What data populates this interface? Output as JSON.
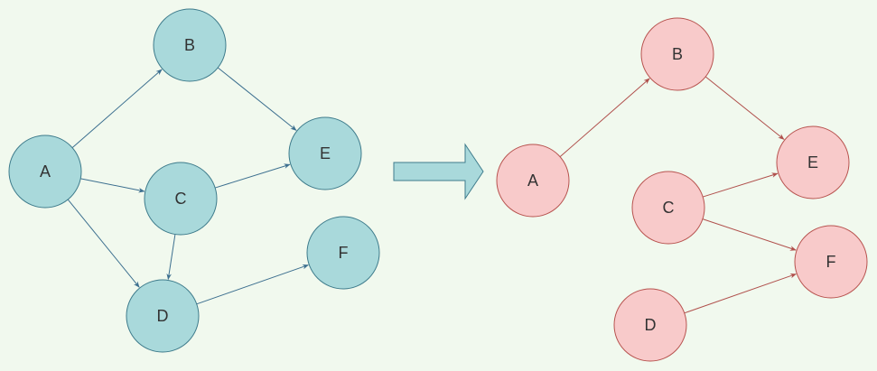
{
  "colors": {
    "background": "#f1f9ee",
    "left_node_fill": "#a9d9db",
    "left_node_stroke": "#3f7c8c",
    "left_edge": "#3c6f8f",
    "right_node_fill": "#f8caca",
    "right_node_stroke": "#b85450",
    "right_edge": "#b0504c",
    "transition_arrow_fill": "#a9d9db",
    "transition_arrow_stroke": "#3f7c8c",
    "label_text": "#333333"
  },
  "left_graph": {
    "nodes": [
      {
        "id": "A",
        "label": "A"
      },
      {
        "id": "B",
        "label": "B"
      },
      {
        "id": "C",
        "label": "C"
      },
      {
        "id": "D",
        "label": "D"
      },
      {
        "id": "E",
        "label": "E"
      },
      {
        "id": "F",
        "label": "F"
      }
    ],
    "edges": [
      {
        "from": "A",
        "to": "B"
      },
      {
        "from": "A",
        "to": "C"
      },
      {
        "from": "A",
        "to": "D"
      },
      {
        "from": "B",
        "to": "E"
      },
      {
        "from": "C",
        "to": "E"
      },
      {
        "from": "C",
        "to": "D"
      },
      {
        "from": "D",
        "to": "F"
      }
    ]
  },
  "transition_arrow": {
    "icon": "right-arrow-icon"
  },
  "right_graph": {
    "nodes": [
      {
        "id": "A",
        "label": "A"
      },
      {
        "id": "B",
        "label": "B"
      },
      {
        "id": "C",
        "label": "C"
      },
      {
        "id": "D",
        "label": "D"
      },
      {
        "id": "E",
        "label": "E"
      },
      {
        "id": "F",
        "label": "F"
      }
    ],
    "edges": [
      {
        "from": "A",
        "to": "B"
      },
      {
        "from": "B",
        "to": "E"
      },
      {
        "from": "C",
        "to": "E"
      },
      {
        "from": "C",
        "to": "F"
      },
      {
        "from": "D",
        "to": "F"
      }
    ]
  }
}
